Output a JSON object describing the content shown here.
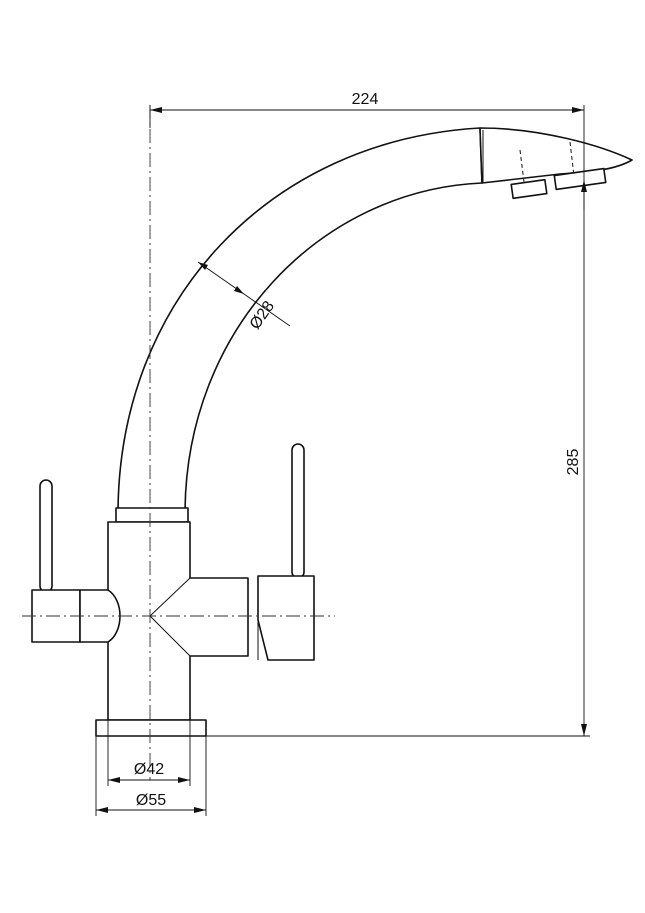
{
  "dimensions": {
    "reach": "224",
    "height": "285",
    "spout_diameter": "Ø28",
    "base_inner_diameter": "Ø42",
    "base_outer_diameter": "Ø55"
  }
}
